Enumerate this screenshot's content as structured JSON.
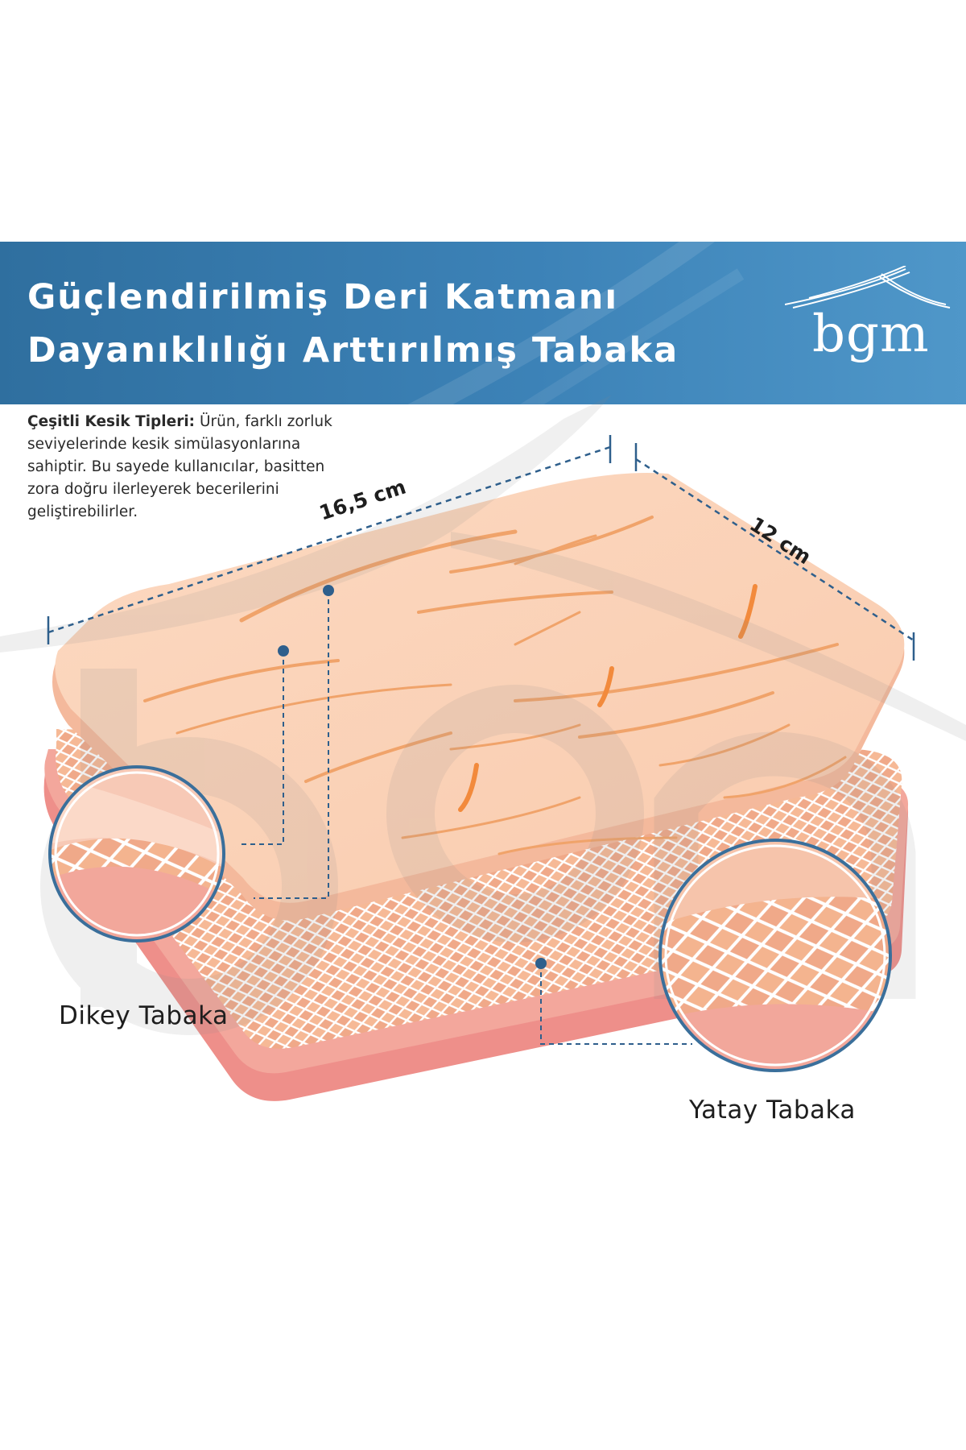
{
  "banner": {
    "title_line1": "Güçlendirilmiş Deri Katmanı",
    "title_line2": "Dayanıklılığı Arttırılmış Tabaka",
    "logo_text": "bgm"
  },
  "description": {
    "heading": "Çeşitli Kesik Tipleri:",
    "body": " Ürün, farklı zorluk seviyelerinde kesik simülasyonlarına sahiptir. Bu sayede kullanıcılar, basitten zora doğru ilerleyerek becerilerini geliştirebilirler."
  },
  "dimensions": {
    "length": "16,5 cm",
    "width": "12 cm"
  },
  "labels": {
    "vertical_layer": "Dikey Tabaka",
    "horizontal_layer": "Yatay Tabaka"
  },
  "colors": {
    "banner": "#3c82b7",
    "skin": "#fbd3b8",
    "incision": "#f2a05a",
    "mesh_layer": "#f0a989",
    "base_layer": "#ee8f8a",
    "dashed_line": "#2e5f8c"
  }
}
